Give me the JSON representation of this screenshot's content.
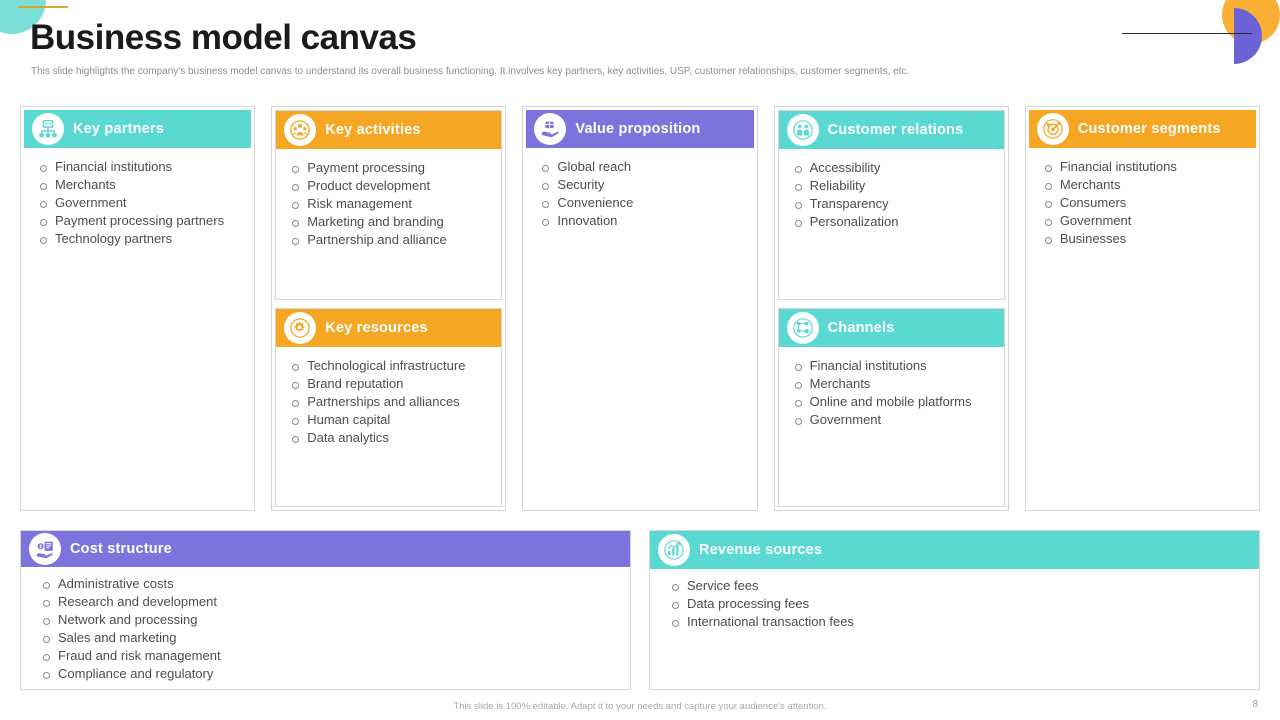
{
  "header": {
    "title": "Business model canvas",
    "subtitle": "This slide highlights the company's business model canvas to understand its overall business functioning. It involves key partners, key activities, USP,  customer relationships, customer segments, etc."
  },
  "colors": {
    "teal": "#5ad9d2",
    "orange": "#f5a623",
    "purple": "#7b74dd",
    "gold_accent": "#d9a828",
    "deco_orange": "#fbb033",
    "deco_purple": "#6c63d6",
    "deco_teal": "#7ce0d8",
    "body_text": "#4d4d4d",
    "title_text": "#1b1b1b",
    "subtitle_text": "#8d8d8d",
    "border": "#d6d6d6"
  },
  "cards": {
    "key_partners": {
      "title": "Key partners",
      "icon": "partners-network-icon",
      "accent": "teal",
      "items": [
        "Financial institutions",
        "Merchants",
        "Government",
        "Payment processing partners",
        "Technology partners"
      ]
    },
    "key_activities": {
      "title": "Key activities",
      "icon": "people-group-icon",
      "accent": "orange",
      "items": [
        "Payment processing",
        "Product development",
        "Risk management",
        "Marketing and branding",
        "Partnership and alliance"
      ]
    },
    "key_resources": {
      "title": "Key resources",
      "icon": "gears-icon",
      "accent": "orange",
      "items": [
        "Technological infrastructure",
        "Brand reputation",
        "Partnerships and alliances",
        "Human capital",
        "Data analytics"
      ]
    },
    "value_proposition": {
      "title": "Value proposition",
      "icon": "hand-gift-icon",
      "accent": "purple",
      "items": [
        "Global reach",
        "Security",
        "Convenience",
        "Innovation"
      ]
    },
    "customer_relations": {
      "title": "Customer relations",
      "icon": "two-people-icon",
      "accent": "teal",
      "items": [
        "Accessibility",
        "Reliability",
        "Transparency",
        "Personalization"
      ]
    },
    "channels": {
      "title": "Channels",
      "icon": "channels-network-icon",
      "accent": "teal",
      "items": [
        "Financial institutions",
        "Merchants",
        "Online and mobile platforms",
        "Government"
      ]
    },
    "customer_segments": {
      "title": "Customer segments",
      "icon": "target-segments-icon",
      "accent": "orange",
      "items": [
        "Financial institutions",
        "Merchants",
        "Consumers",
        "Government",
        "Businesses"
      ]
    },
    "cost_structure": {
      "title": "Cost structure",
      "icon": "money-chart-icon",
      "accent": "purple",
      "items": [
        "Administrative costs",
        "Research and development",
        "Network and processing",
        "Sales and marketing",
        "Fraud and risk management",
        "Compliance and regulatory"
      ]
    },
    "revenue_sources": {
      "title": "Revenue sources",
      "icon": "bar-chart-growth-icon",
      "accent": "teal",
      "items": [
        "Service fees",
        "Data processing fees",
        "International transaction fees"
      ]
    }
  },
  "footer": {
    "note": "This slide is 100% editable. Adapt it to your needs and capture your audience's attention.",
    "page_number": "8"
  }
}
